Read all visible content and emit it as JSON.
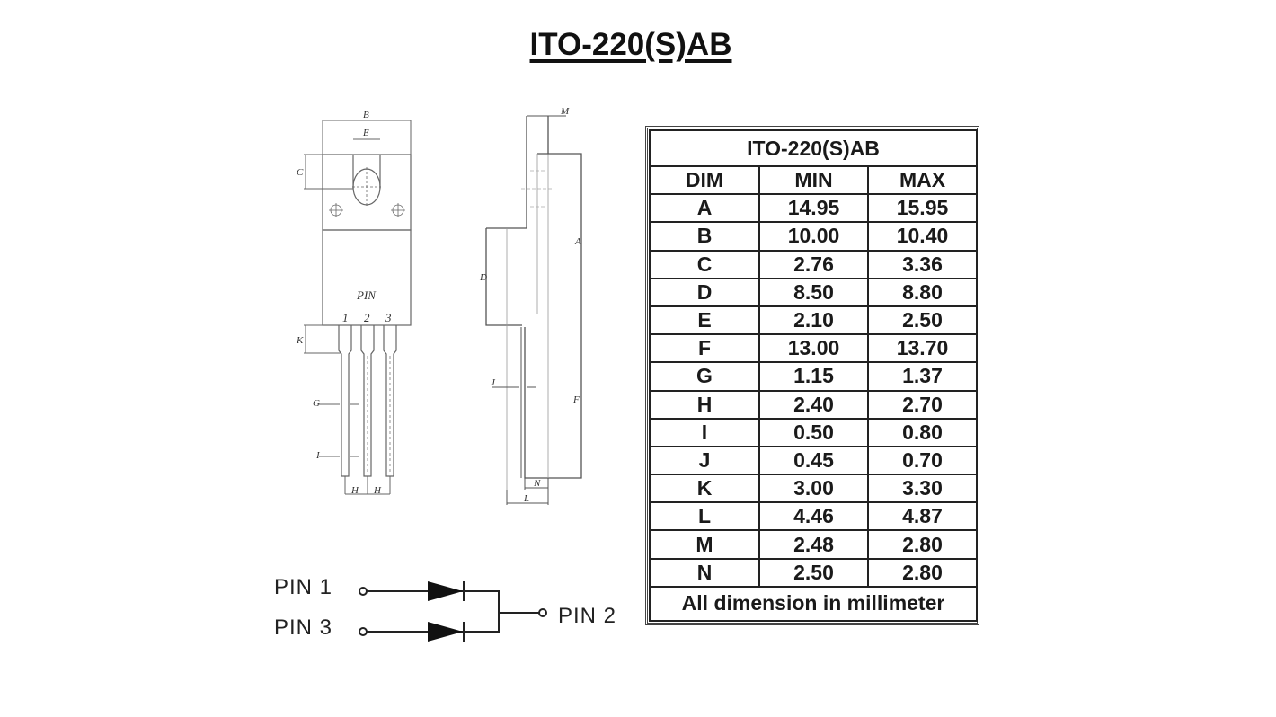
{
  "title": "ITO-220(S)AB",
  "front_view": {
    "dim_labels": [
      "B",
      "E",
      "C",
      "K",
      "G",
      "I",
      "H",
      "H"
    ],
    "pin_caption": "PIN",
    "pin_numbers": [
      "1",
      "2",
      "3"
    ]
  },
  "side_view": {
    "dim_labels": [
      "M",
      "A",
      "D",
      "J",
      "F",
      "N",
      "L"
    ]
  },
  "schematic": {
    "pin1": "PIN 1",
    "pin3": "PIN 3",
    "pin2": "PIN 2"
  },
  "table": {
    "caption": "ITO-220(S)AB",
    "headers": [
      "DIM",
      "MIN",
      "MAX"
    ],
    "rows": [
      {
        "dim": "A",
        "min": "14.95",
        "max": "15.95"
      },
      {
        "dim": "B",
        "min": "10.00",
        "max": "10.40"
      },
      {
        "dim": "C",
        "min": "2.76",
        "max": "3.36"
      },
      {
        "dim": "D",
        "min": "8.50",
        "max": "8.80"
      },
      {
        "dim": "E",
        "min": "2.10",
        "max": "2.50"
      },
      {
        "dim": "F",
        "min": "13.00",
        "max": "13.70"
      },
      {
        "dim": "G",
        "min": "1.15",
        "max": "1.37"
      },
      {
        "dim": "H",
        "min": "2.40",
        "max": "2.70"
      },
      {
        "dim": "I",
        "min": "0.50",
        "max": "0.80"
      },
      {
        "dim": "J",
        "min": "0.45",
        "max": "0.70"
      },
      {
        "dim": "K",
        "min": "3.00",
        "max": "3.30"
      },
      {
        "dim": "L",
        "min": "4.46",
        "max": "4.87"
      },
      {
        "dim": "M",
        "min": "2.48",
        "max": "2.80"
      },
      {
        "dim": "N",
        "min": "2.50",
        "max": "2.80"
      }
    ],
    "footer": "All dimension in millimeter"
  },
  "colors": {
    "line": "#555555",
    "text": "#111111",
    "background": "#ffffff"
  }
}
